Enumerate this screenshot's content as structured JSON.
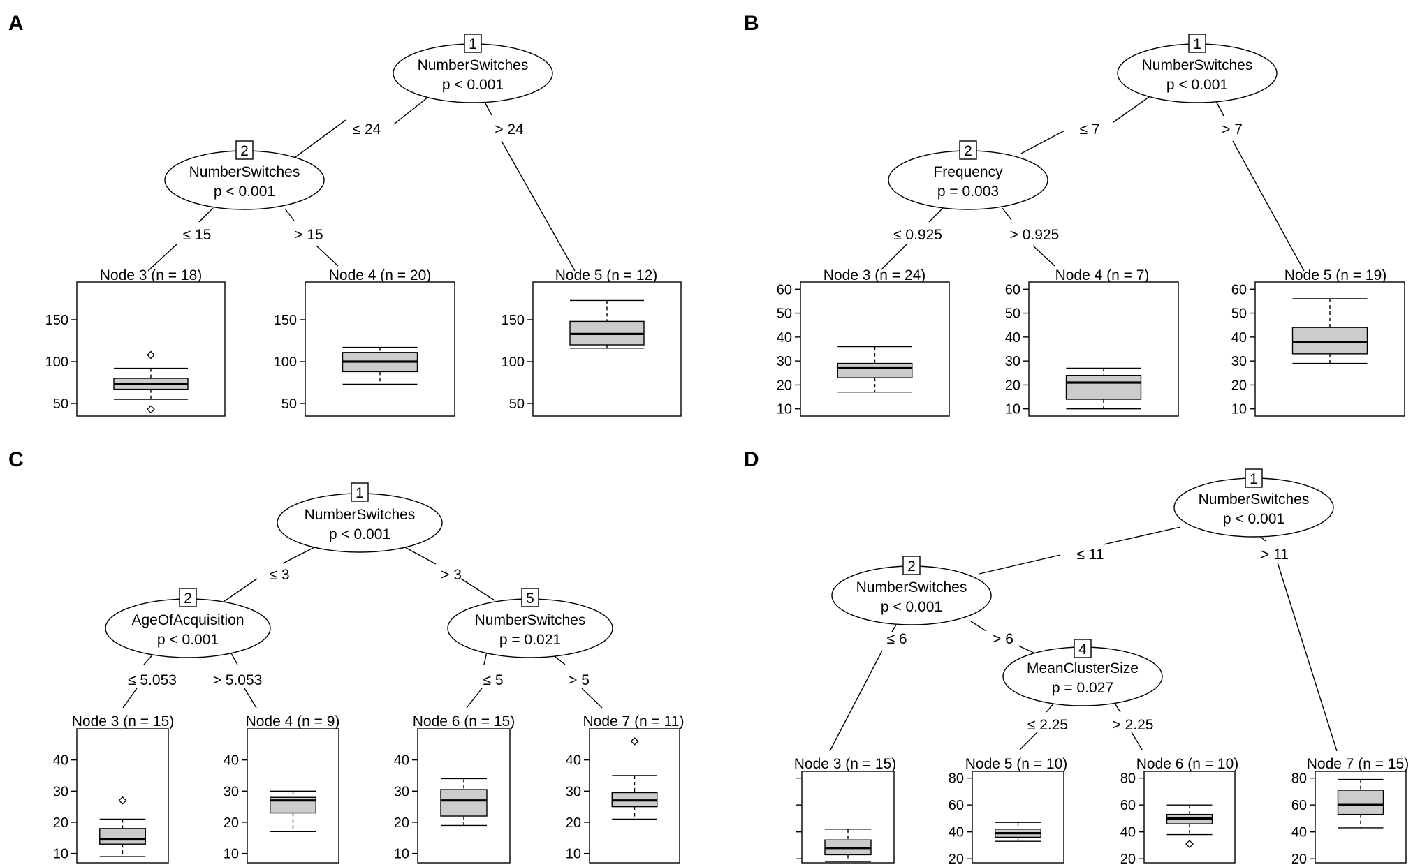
{
  "panels": [
    {
      "label": "A",
      "ylim": [
        35,
        195
      ],
      "yticks": [
        50,
        100,
        150
      ],
      "inner": [
        {
          "id": "1",
          "var": "NumberSwitches",
          "p": "p < 0.001"
        },
        {
          "id": "2",
          "var": "NumberSwitches",
          "p": "p < 0.001"
        }
      ],
      "edges": [
        "≤ 24",
        "> 24",
        "≤ 15",
        "> 15"
      ],
      "terminals": [
        {
          "title": "Node 3 (n = 18)",
          "box": {
            "whisker_low": 55,
            "q1": 67,
            "median": 73,
            "q3": 80,
            "whisker_high": 92,
            "outliers": [
              43,
              108
            ]
          }
        },
        {
          "title": "Node 4 (n = 20)",
          "box": {
            "whisker_low": 73,
            "q1": 88,
            "median": 100,
            "q3": 111,
            "whisker_high": 117,
            "outliers": []
          }
        },
        {
          "title": "Node 5 (n = 12)",
          "box": {
            "whisker_low": 116,
            "q1": 120,
            "median": 133,
            "q3": 148,
            "whisker_high": 173,
            "outliers": []
          }
        }
      ]
    },
    {
      "label": "B",
      "ylim": [
        7,
        63
      ],
      "yticks": [
        10,
        20,
        30,
        40,
        50,
        60
      ],
      "inner": [
        {
          "id": "1",
          "var": "NumberSwitches",
          "p": "p < 0.001"
        },
        {
          "id": "2",
          "var": "Frequency",
          "p": "p = 0.003"
        }
      ],
      "edges": [
        "≤ 7",
        "> 7",
        "≤ 0.925",
        "> 0.925"
      ],
      "terminals": [
        {
          "title": "Node 3 (n = 24)",
          "box": {
            "whisker_low": 17,
            "q1": 23,
            "median": 27,
            "q3": 29,
            "whisker_high": 36,
            "outliers": []
          }
        },
        {
          "title": "Node 4 (n = 7)",
          "box": {
            "whisker_low": 10,
            "q1": 14,
            "median": 21,
            "q3": 24,
            "whisker_high": 27,
            "outliers": []
          }
        },
        {
          "title": "Node 5 (n = 19)",
          "box": {
            "whisker_low": 29,
            "q1": 33,
            "median": 38,
            "q3": 44,
            "whisker_high": 56,
            "outliers": []
          }
        }
      ]
    },
    {
      "label": "C",
      "ylim": [
        7,
        50
      ],
      "yticks": [
        10,
        20,
        30,
        40
      ],
      "inner": [
        {
          "id": "1",
          "var": "NumberSwitches",
          "p": "p < 0.001"
        },
        {
          "id": "2",
          "var": "AgeOfAcquisition",
          "p": "p < 0.001"
        },
        {
          "id": "5",
          "var": "NumberSwitches",
          "p": "p = 0.021"
        }
      ],
      "edges": [
        "≤ 3",
        "> 3",
        "≤ 5.053",
        "> 5.053",
        "≤ 5",
        "> 5"
      ],
      "terminals": [
        {
          "title": "Node 3 (n = 15)",
          "box": {
            "whisker_low": 9,
            "q1": 13,
            "median": 14.5,
            "q3": 18,
            "whisker_high": 21,
            "outliers": [
              27
            ]
          }
        },
        {
          "title": "Node 4 (n = 9)",
          "box": {
            "whisker_low": 17,
            "q1": 23,
            "median": 27,
            "q3": 28,
            "whisker_high": 30,
            "outliers": []
          }
        },
        {
          "title": "Node 6 (n = 15)",
          "box": {
            "whisker_low": 19,
            "q1": 22,
            "median": 27,
            "q3": 30.5,
            "whisker_high": 34,
            "outliers": []
          }
        },
        {
          "title": "Node 7 (n = 11)",
          "box": {
            "whisker_low": 21,
            "q1": 25,
            "median": 27,
            "q3": 29.5,
            "whisker_high": 35,
            "outliers": [
              46
            ]
          }
        }
      ]
    },
    {
      "label": "D",
      "ylim": [
        17,
        85
      ],
      "yticks": [
        20,
        40,
        60,
        80
      ],
      "inner": [
        {
          "id": "1",
          "var": "NumberSwitches",
          "p": "p < 0.001"
        },
        {
          "id": "2",
          "var": "NumberSwitches",
          "p": "p < 0.001"
        },
        {
          "id": "4",
          "var": "MeanClusterSize",
          "p": "p = 0.027"
        }
      ],
      "edges": [
        "≤ 11",
        "> 11",
        "≤ 6",
        "> 6",
        "≤ 2.25",
        "> 2.25"
      ],
      "terminals": [
        {
          "title": "Node 3 (n = 15)",
          "box": {
            "whisker_low": 18,
            "q1": 23,
            "median": 28,
            "q3": 34,
            "whisker_high": 42,
            "outliers": []
          }
        },
        {
          "title": "Node 5 (n = 10)",
          "box": {
            "whisker_low": 33,
            "q1": 36,
            "median": 39,
            "q3": 42,
            "whisker_high": 47,
            "outliers": []
          }
        },
        {
          "title": "Node 6 (n = 10)",
          "box": {
            "whisker_low": 38,
            "q1": 46,
            "median": 50,
            "q3": 53,
            "whisker_high": 60,
            "outliers": [
              31
            ]
          }
        },
        {
          "title": "Node 7 (n = 15)",
          "box": {
            "whisker_low": 43,
            "q1": 53,
            "median": 60,
            "q3": 71,
            "whisker_high": 79,
            "outliers": []
          }
        }
      ]
    }
  ]
}
